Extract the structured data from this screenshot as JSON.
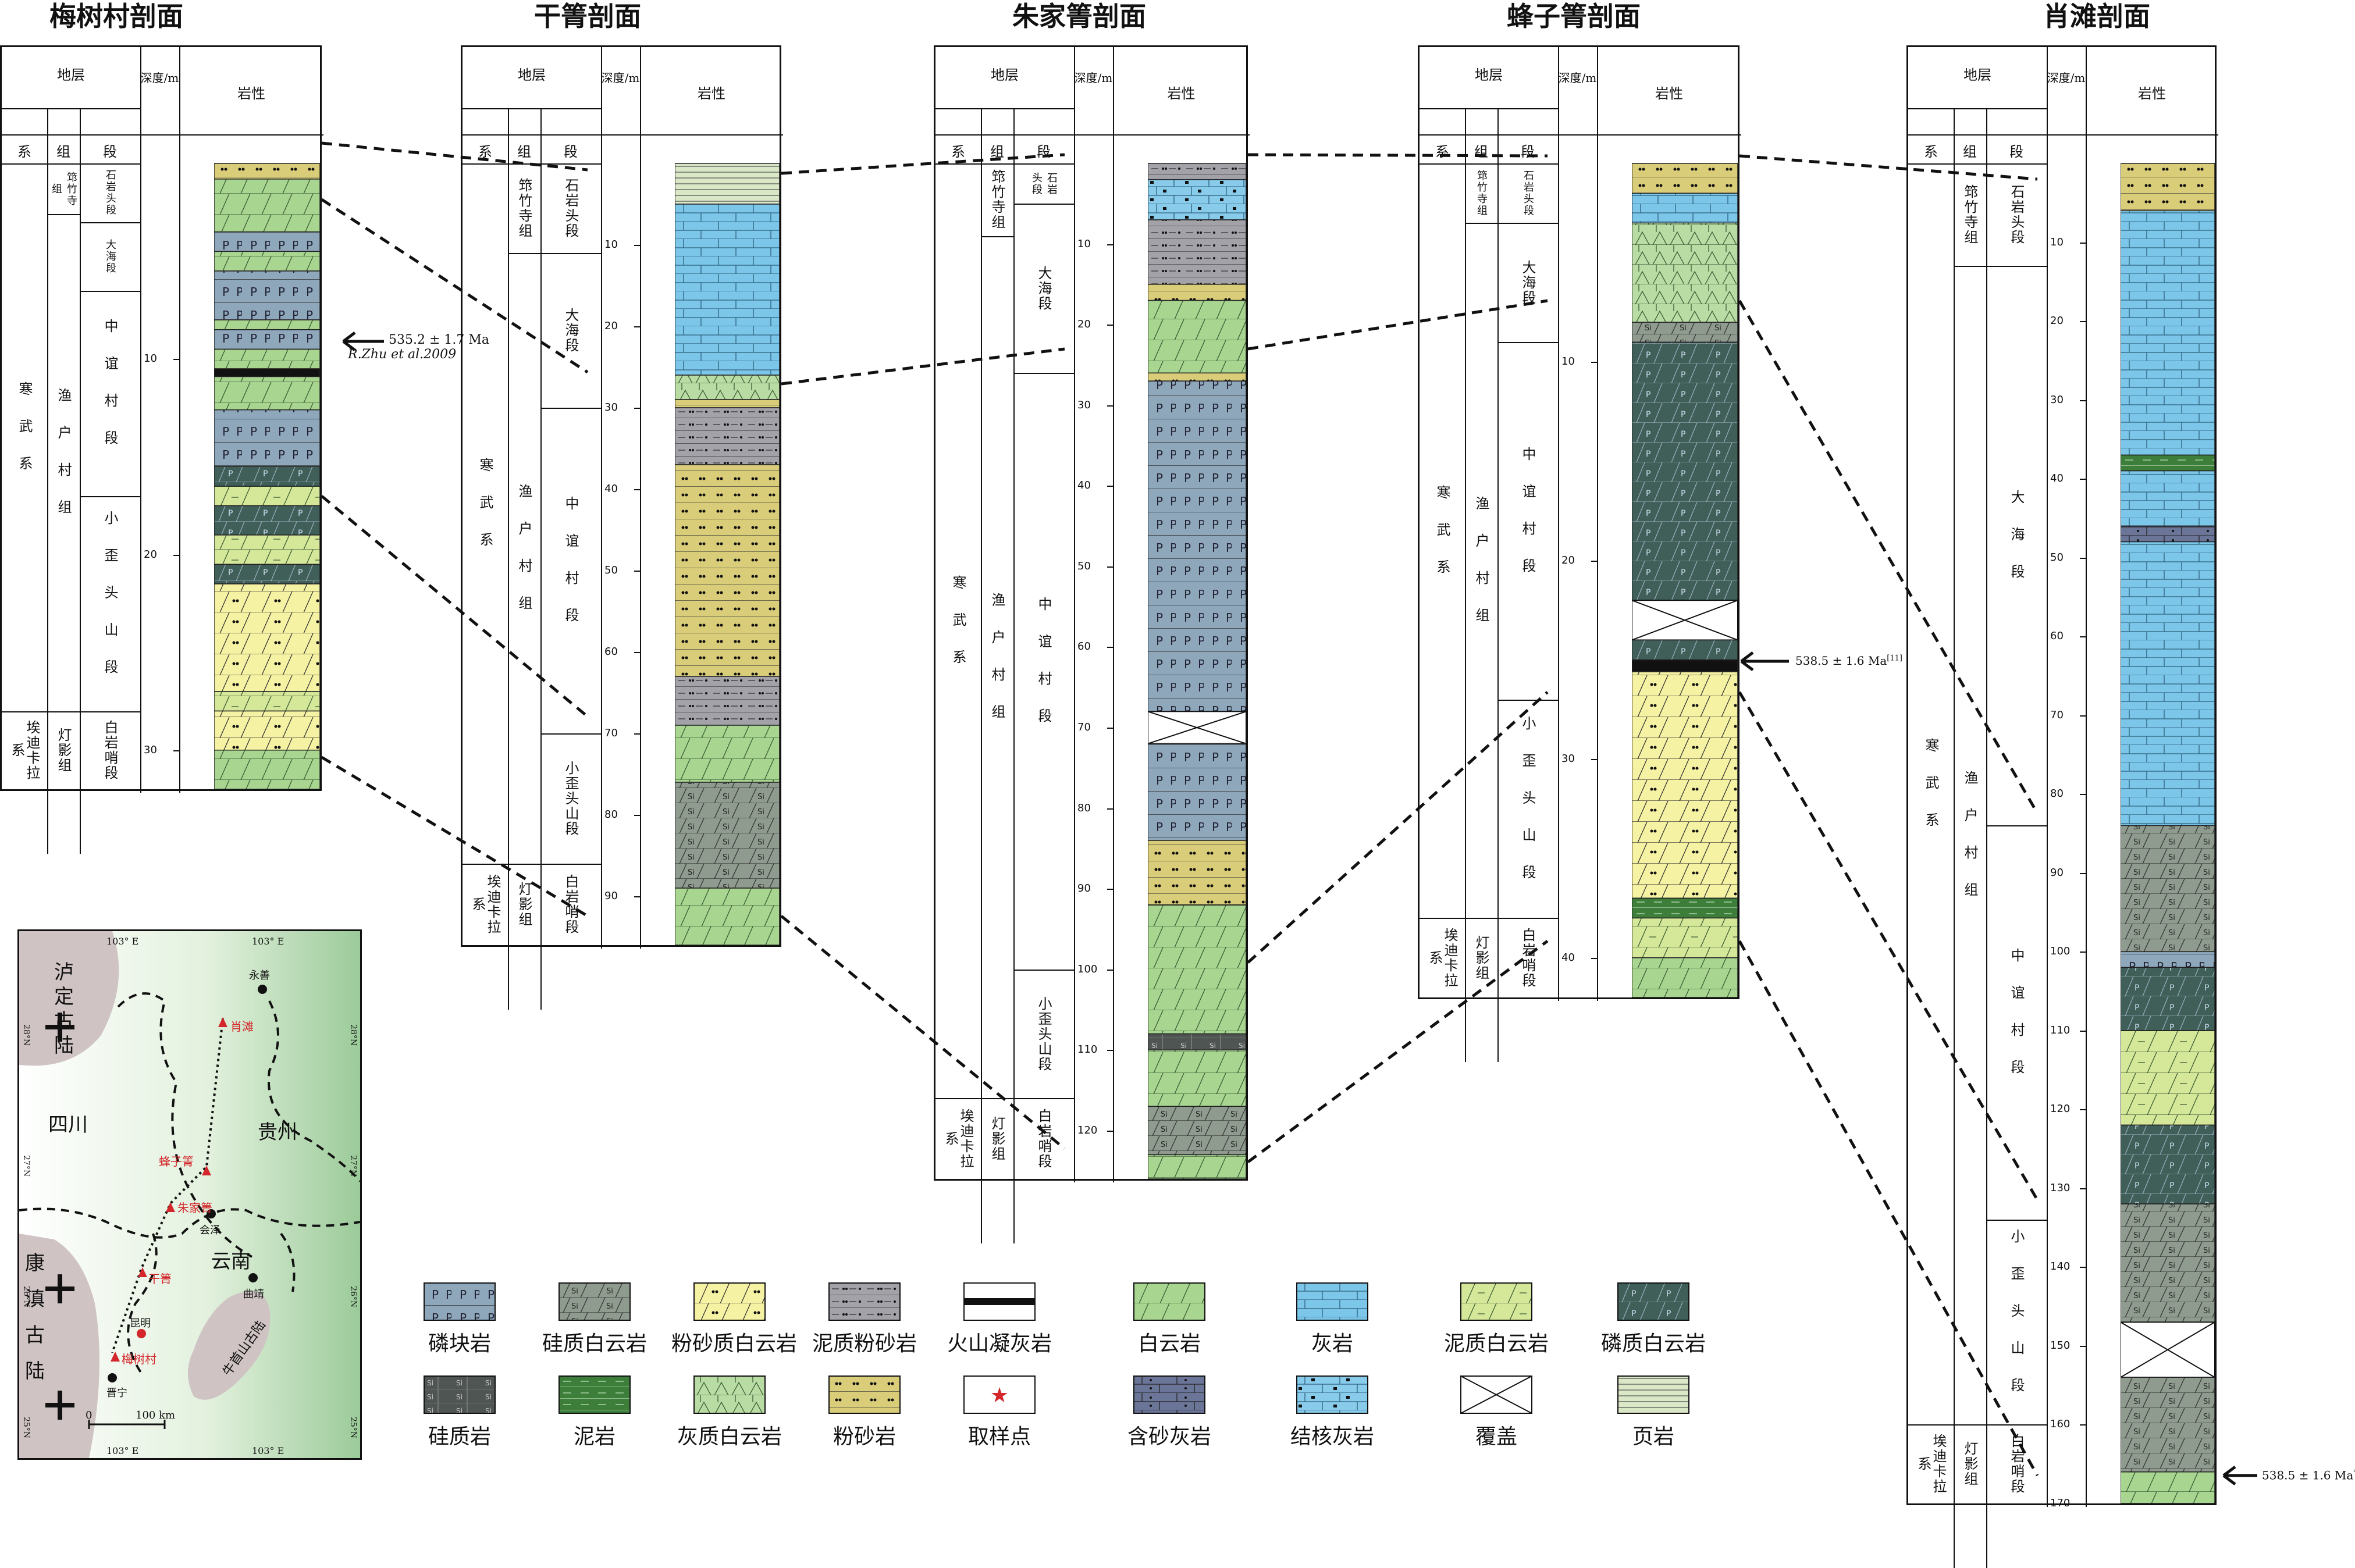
{
  "header": {
    "stratum": "地层",
    "system": "系",
    "group": "组",
    "member": "段",
    "depth": "深度/m",
    "lithology": "岩性"
  },
  "sections": [
    {
      "title": "梅树村剖面",
      "depth_max": 32,
      "ticks": [
        10,
        20,
        30
      ],
      "systems": [
        {
          "label": "寒武系",
          "from": 0,
          "to": 28
        },
        {
          "label": "埃迪卡拉系",
          "from": 28,
          "to": 32
        }
      ],
      "groups": [
        {
          "label": "筇竹寺组",
          "from": 0,
          "to": 2.6
        },
        {
          "label": "渔户村组",
          "from": 2.6,
          "to": 28
        },
        {
          "label": "灯影组",
          "from": 28,
          "to": 32
        }
      ],
      "members": [
        {
          "label": "石岩头段",
          "from": 0,
          "to": 3
        },
        {
          "label": "大海段",
          "from": 3,
          "to": 6.5
        },
        {
          "label": "中谊村段",
          "from": 6.5,
          "to": 17
        },
        {
          "label": "小歪头山段",
          "from": 17,
          "to": 28
        },
        {
          "label": "白岩哨段",
          "from": 28,
          "to": 32
        }
      ],
      "layers": [
        {
          "from": 0,
          "to": 0.8,
          "lith": "siltstone"
        },
        {
          "from": 0.8,
          "to": 3.5,
          "lith": "dolomite"
        },
        {
          "from": 3.5,
          "to": 4.5,
          "lith": "phosphorite"
        },
        {
          "from": 4.5,
          "to": 5.5,
          "lith": "dolomite"
        },
        {
          "from": 5.5,
          "to": 8,
          "lith": "phosphorite"
        },
        {
          "from": 8,
          "to": 8.5,
          "lith": "dolomite"
        },
        {
          "from": 8.5,
          "to": 9.5,
          "lith": "phosphorite"
        },
        {
          "from": 9.5,
          "to": 10.5,
          "lith": "dolomite"
        },
        {
          "from": 10.5,
          "to": 10.9,
          "lith": "tuff"
        },
        {
          "from": 10.9,
          "to": 12.6,
          "lith": "dolomite"
        },
        {
          "from": 12.6,
          "to": 15.5,
          "lith": "phosphorite"
        },
        {
          "from": 15.5,
          "to": 16.5,
          "lith": "phosph_dolomite"
        },
        {
          "from": 16.5,
          "to": 17.5,
          "lith": "argil_dolomite"
        },
        {
          "from": 17.5,
          "to": 19,
          "lith": "phosph_dolomite"
        },
        {
          "from": 19,
          "to": 20.5,
          "lith": "argil_dolomite"
        },
        {
          "from": 20.5,
          "to": 21.5,
          "lith": "phosph_dolomite"
        },
        {
          "from": 21.5,
          "to": 27,
          "lith": "silty_dolomite"
        },
        {
          "from": 27,
          "to": 28,
          "lith": "argil_dolomite"
        },
        {
          "from": 28,
          "to": 30,
          "lith": "silty_dolomite"
        },
        {
          "from": 30,
          "to": 32,
          "lith": "dolomite"
        }
      ]
    },
    {
      "title": "干箐剖面",
      "depth_max": 96,
      "ticks": [
        10,
        20,
        30,
        40,
        50,
        60,
        70,
        80,
        90
      ],
      "systems": [
        {
          "label": "寒武系",
          "from": 0,
          "to": 86
        },
        {
          "label": "埃迪卡拉系",
          "from": 86,
          "to": 96
        }
      ],
      "groups": [
        {
          "label": "筇竹寺组",
          "from": 0,
          "to": 11
        },
        {
          "label": "渔户村组",
          "from": 11,
          "to": 86
        },
        {
          "label": "灯影组",
          "from": 86,
          "to": 96
        }
      ],
      "members": [
        {
          "label": "石岩头段",
          "from": 0,
          "to": 11
        },
        {
          "label": "大海段",
          "from": 11,
          "to": 30
        },
        {
          "label": "中谊村段",
          "from": 30,
          "to": 70
        },
        {
          "label": "小歪头山段",
          "from": 70,
          "to": 86
        },
        {
          "label": "白岩哨段",
          "from": 86,
          "to": 96
        }
      ],
      "layers": [
        {
          "from": 0,
          "to": 5,
          "lith": "shale"
        },
        {
          "from": 5,
          "to": 26,
          "lith": "limestone"
        },
        {
          "from": 26,
          "to": 29,
          "lith": "calc_dolomite"
        },
        {
          "from": 29,
          "to": 30,
          "lith": "siltstone"
        },
        {
          "from": 30,
          "to": 37,
          "lith": "argil_siltstone"
        },
        {
          "from": 37,
          "to": 63,
          "lith": "siltstone"
        },
        {
          "from": 63,
          "to": 69,
          "lith": "argil_siltstone"
        },
        {
          "from": 69,
          "to": 76,
          "lith": "dolomite"
        },
        {
          "from": 76,
          "to": 89,
          "lith": "siliceous_dolomite"
        },
        {
          "from": 89,
          "to": 96,
          "lith": "dolomite"
        }
      ]
    },
    {
      "title": "朱家箐剖面",
      "depth_max": 126,
      "ticks": [
        10,
        20,
        30,
        40,
        50,
        60,
        70,
        80,
        90,
        100,
        110,
        120
      ],
      "systems": [
        {
          "label": "寒武系",
          "from": 0,
          "to": 116
        },
        {
          "label": "埃迪卡拉系",
          "from": 116,
          "to": 126
        }
      ],
      "groups": [
        {
          "label": "筇竹寺组",
          "from": 0,
          "to": 9
        },
        {
          "label": "渔户村组",
          "from": 9,
          "to": 116
        },
        {
          "label": "灯影组",
          "from": 116,
          "to": 126
        }
      ],
      "members": [
        {
          "label": "石岩头段",
          "from": 0,
          "to": 5
        },
        {
          "label": "大海段",
          "from": 5,
          "to": 26
        },
        {
          "label": "中谊村段",
          "from": 26,
          "to": 100
        },
        {
          "label": "小歪头山段",
          "from": 100,
          "to": 116
        },
        {
          "label": "白岩哨段",
          "from": 116,
          "to": 126
        }
      ],
      "layers": [
        {
          "from": 0,
          "to": 2,
          "lith": "argil_siltstone"
        },
        {
          "from": 2,
          "to": 7,
          "lith": "nodular_limestone"
        },
        {
          "from": 7,
          "to": 15,
          "lith": "argil_siltstone"
        },
        {
          "from": 15,
          "to": 17,
          "lith": "siltstone"
        },
        {
          "from": 17,
          "to": 26,
          "lith": "dolomite"
        },
        {
          "from": 26,
          "to": 27,
          "lith": "siltstone"
        },
        {
          "from": 27,
          "to": 68,
          "lith": "phosphorite"
        },
        {
          "from": 68,
          "to": 72,
          "lith": "cover"
        },
        {
          "from": 72,
          "to": 84,
          "lith": "phosphorite"
        },
        {
          "from": 84,
          "to": 92,
          "lith": "siltstone"
        },
        {
          "from": 92,
          "to": 108,
          "lith": "dolomite"
        },
        {
          "from": 108,
          "to": 110,
          "lith": "siliceous_rock"
        },
        {
          "from": 110,
          "to": 117,
          "lith": "dolomite"
        },
        {
          "from": 117,
          "to": 123,
          "lith": "siliceous_dolomite"
        },
        {
          "from": 123,
          "to": 126,
          "lith": "dolomite"
        }
      ]
    },
    {
      "title": "蜂子箐剖面",
      "depth_max": 42,
      "ticks": [
        10,
        20,
        30,
        40
      ],
      "systems": [
        {
          "label": "寒武系",
          "from": 0,
          "to": 38
        },
        {
          "label": "埃迪卡拉系",
          "from": 38,
          "to": 42
        }
      ],
      "groups": [
        {
          "label": "筇竹寺组",
          "from": 0,
          "to": 3
        },
        {
          "label": "渔户村组",
          "from": 3,
          "to": 38
        },
        {
          "label": "灯影组",
          "from": 38,
          "to": 42
        }
      ],
      "members": [
        {
          "label": "石岩头段",
          "from": 0,
          "to": 3
        },
        {
          "label": "大海段",
          "from": 3,
          "to": 9
        },
        {
          "label": "中谊村段",
          "from": 9,
          "to": 27
        },
        {
          "label": "小歪头山段",
          "from": 27,
          "to": 38
        },
        {
          "label": "白岩哨段",
          "from": 38,
          "to": 42
        }
      ],
      "layers": [
        {
          "from": 0,
          "to": 1.5,
          "lith": "siltstone"
        },
        {
          "from": 1.5,
          "to": 3,
          "lith": "limestone"
        },
        {
          "from": 3,
          "to": 8,
          "lith": "calc_dolomite"
        },
        {
          "from": 8,
          "to": 9,
          "lith": "siliceous_dolomite"
        },
        {
          "from": 9,
          "to": 22,
          "lith": "phosph_dolomite"
        },
        {
          "from": 22,
          "to": 24,
          "lith": "cover"
        },
        {
          "from": 24,
          "to": 25,
          "lith": "phosph_dolomite"
        },
        {
          "from": 25,
          "to": 25.6,
          "lith": "tuff"
        },
        {
          "from": 25.6,
          "to": 37,
          "lith": "silty_dolomite"
        },
        {
          "from": 37,
          "to": 38,
          "lith": "mudstone"
        },
        {
          "from": 38,
          "to": 40,
          "lith": "argil_dolomite"
        },
        {
          "from": 40,
          "to": 42,
          "lith": "dolomite"
        }
      ]
    },
    {
      "title": "肖滩剖面",
      "depth_max": 170,
      "ticks": [
        10,
        20,
        30,
        40,
        50,
        60,
        70,
        80,
        90,
        100,
        110,
        120,
        130,
        140,
        150,
        160,
        170
      ],
      "systems": [
        {
          "label": "寒武系",
          "from": 0,
          "to": 160
        },
        {
          "label": "埃迪卡拉系",
          "from": 160,
          "to": 170
        }
      ],
      "groups": [
        {
          "label": "筇竹寺组",
          "from": 0,
          "to": 13
        },
        {
          "label": "渔户村组",
          "from": 13,
          "to": 160
        },
        {
          "label": "灯影组",
          "from": 160,
          "to": 170
        }
      ],
      "members": [
        {
          "label": "石岩头段",
          "from": 0,
          "to": 13
        },
        {
          "label": "大海段",
          "from": 13,
          "to": 84
        },
        {
          "label": "中谊村段",
          "from": 84,
          "to": 134
        },
        {
          "label": "小歪头山段",
          "from": 134,
          "to": 160
        },
        {
          "label": "白岩哨段",
          "from": 160,
          "to": 170
        }
      ],
      "layers": [
        {
          "from": 0,
          "to": 6,
          "lith": "siltstone"
        },
        {
          "from": 6,
          "to": 37,
          "lith": "limestone"
        },
        {
          "from": 37,
          "to": 39,
          "lith": "mudstone"
        },
        {
          "from": 39,
          "to": 46,
          "lith": "limestone"
        },
        {
          "from": 46,
          "to": 48,
          "lith": "sandy_limestone"
        },
        {
          "from": 48,
          "to": 84,
          "lith": "limestone"
        },
        {
          "from": 84,
          "to": 100,
          "lith": "siliceous_dolomite"
        },
        {
          "from": 100,
          "to": 102,
          "lith": "phosphorite"
        },
        {
          "from": 102,
          "to": 110,
          "lith": "phosph_dolomite"
        },
        {
          "from": 110,
          "to": 122,
          "lith": "argil_dolomite"
        },
        {
          "from": 122,
          "to": 132,
          "lith": "phosph_dolomite"
        },
        {
          "from": 132,
          "to": 147,
          "lith": "siliceous_dolomite"
        },
        {
          "from": 147,
          "to": 154,
          "lith": "cover"
        },
        {
          "from": 154,
          "to": 166,
          "lith": "siliceous_dolomite"
        },
        {
          "from": 166,
          "to": 170,
          "lith": "dolomite"
        }
      ]
    }
  ],
  "ages": [
    {
      "value": "535.2 ± 1.7 Ma",
      "ref": "R.Zhu et al.2009"
    },
    {
      "value": "538.5 ± 1.6 Ma",
      "sup": "[11]"
    },
    {
      "value": "538.5 ± 1.6 Ma",
      "sup": "*"
    }
  ],
  "legend": [
    {
      "key": "phosphorite",
      "label": "磷块岩"
    },
    {
      "key": "siliceous_dolomite",
      "label": "硅质白云岩"
    },
    {
      "key": "silty_dolomite",
      "label": "粉砂质白云岩"
    },
    {
      "key": "argil_siltstone",
      "label": "泥质粉砂岩"
    },
    {
      "key": "tuff",
      "label": "火山凝灰岩"
    },
    {
      "key": "dolomite",
      "label": "白云岩"
    },
    {
      "key": "limestone",
      "label": "灰岩"
    },
    {
      "key": "argil_dolomite",
      "label": "泥质白云岩"
    },
    {
      "key": "phosph_dolomite",
      "label": "磷质白云岩"
    },
    {
      "key": "siliceous_rock",
      "label": "硅质岩"
    },
    {
      "key": "mudstone",
      "label": "泥岩"
    },
    {
      "key": "calc_dolomite",
      "label": "灰质白云岩"
    },
    {
      "key": "siltstone",
      "label": "粉砂岩"
    },
    {
      "key": "sample",
      "label": "取样点"
    },
    {
      "key": "sandy_limestone",
      "label": "含砂灰岩"
    },
    {
      "key": "nodular_limestone",
      "label": "结核灰岩"
    },
    {
      "key": "cover",
      "label": "覆盖"
    },
    {
      "key": "shale",
      "label": "页岩"
    }
  ],
  "lith_colors": {
    "phosphorite": "#8ea7bb",
    "siliceous_dolomite": "#8f9b8f",
    "silty_dolomite": "#f6f2a4",
    "argil_siltstone": "#a2a2a8",
    "tuff": "#111111",
    "dolomite": "#a8d590",
    "limestone": "#7cc6ea",
    "argil_dolomite": "#d5e799",
    "phosph_dolomite": "#3f5f58",
    "siliceous_rock": "#4f5553",
    "mudstone": "#3d7f3a",
    "calc_dolomite": "#b9dca4",
    "siltstone": "#d9cd79",
    "sample": "#ffffff",
    "sandy_limestone": "#6b7598",
    "nodular_limestone": "#88cbea",
    "cover": "#ffffff",
    "shale": "#dbe8c7"
  },
  "map": {
    "lon_labels": [
      "103° E",
      "103° E",
      "103° E",
      "103° E"
    ],
    "lat_labels": [
      "28°N",
      "27°N",
      "26°N",
      "25°N",
      "28°N",
      "27°N",
      "26°N",
      "25°N"
    ],
    "blocks": [
      "泸定古陆",
      "康滇古陆",
      "牛首山古陆"
    ],
    "provinces": [
      "四川",
      "贵州",
      "云南"
    ],
    "sites": [
      "肖滩",
      "蜂子箐",
      "朱家箐",
      "干箐",
      "梅树村"
    ],
    "cities": [
      "永善",
      "会泽",
      "曲靖",
      "昆明",
      "晋宁"
    ],
    "scale": {
      "zero": "0",
      "length": "100 km"
    }
  }
}
